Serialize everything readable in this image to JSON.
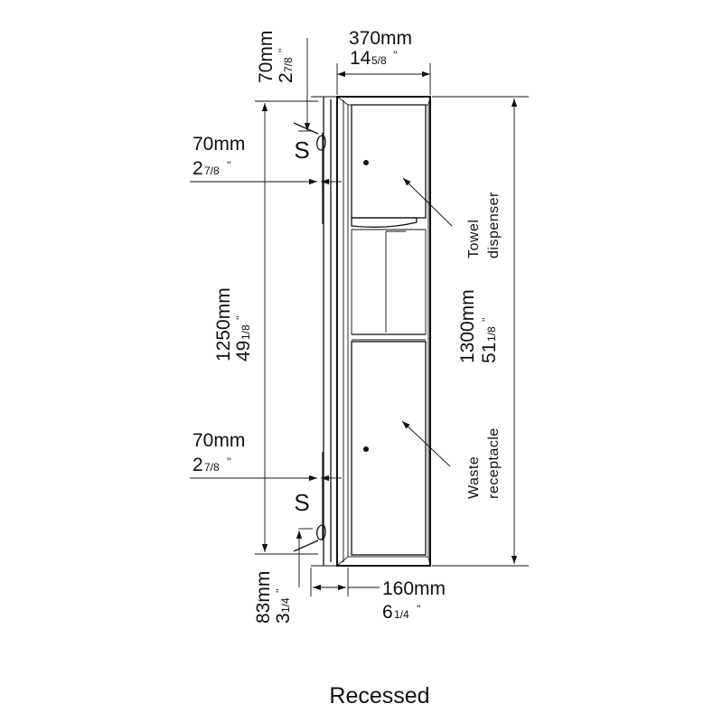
{
  "caption": "Recessed",
  "colors": {
    "line": "#111111",
    "background": "#ffffff"
  },
  "dimensions": {
    "top_offset": {
      "metric": "70mm",
      "imperial_whole": "2",
      "imperial_frac": "7/8",
      "inch_mark": "''"
    },
    "width": {
      "metric": "370mm",
      "imperial_whole": "14",
      "imperial_frac": "5/8",
      "inch_mark": "''"
    },
    "upper_anchor": {
      "metric": "70mm",
      "imperial_whole": "2",
      "imperial_frac": "7/8",
      "inch_mark": "''"
    },
    "mount_height": {
      "metric": "1250mm",
      "imperial_whole": "49",
      "imperial_frac": "1/8",
      "inch_mark": "''"
    },
    "total_height": {
      "metric": "1300mm",
      "imperial_whole": "51",
      "imperial_frac": "1/8",
      "inch_mark": "''"
    },
    "lower_anchor": {
      "metric": "70mm",
      "imperial_whole": "2",
      "imperial_frac": "7/8",
      "inch_mark": "''"
    },
    "bottom_offset": {
      "metric": "83mm",
      "imperial_whole": "3",
      "imperial_frac": "1/4",
      "inch_mark": "''"
    },
    "depth": {
      "metric": "160mm",
      "imperial_whole": "6",
      "imperial_frac": "1/4",
      "inch_mark": "''"
    }
  },
  "labels": {
    "towel": {
      "line1": "Towel",
      "line2": "dispenser"
    },
    "waste": {
      "line1": "Waste",
      "line2": "receptacle"
    }
  },
  "anchor_symbol": "S"
}
